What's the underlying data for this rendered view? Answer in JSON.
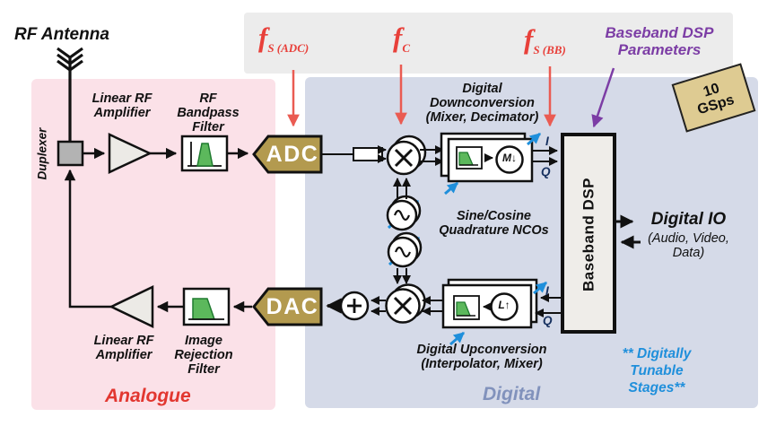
{
  "header": {
    "fs_adc": {
      "f": "f",
      "sub": "S (ADC)"
    },
    "fc": {
      "f": "f",
      "sub": "C"
    },
    "fs_bb": {
      "f": "f",
      "sub": "S (BB)"
    },
    "bb_params": [
      "Baseband DSP",
      "Parameters"
    ],
    "tag": [
      "10",
      "GSps"
    ]
  },
  "analog": {
    "antenna_label": "RF Antenna",
    "duplexer": "Duplexer",
    "rx_amp": [
      "Linear RF",
      "Amplifier"
    ],
    "bandpass": [
      "RF Bandpass",
      "Filter"
    ],
    "tx_amp": [
      "Linear RF",
      "Amplifier"
    ],
    "img_rej": [
      "Image",
      "Rejection",
      "Filter"
    ],
    "region_label": "Analogue"
  },
  "converters": {
    "adc": "ADC",
    "dac": "DAC"
  },
  "digital": {
    "down": [
      "Digital",
      "Downconversion",
      "(Mixer, Decimator)"
    ],
    "ncos": [
      "Sine/Cosine",
      "Quadrature NCOs"
    ],
    "up": [
      "Digital Upconversion",
      "(Interpolator, Mixer)"
    ],
    "bb_dsp": "Baseband DSP",
    "decimator": "M↓",
    "interpolator": "L↑",
    "i": "I",
    "q": "Q",
    "region_label": "Digital",
    "tunable": [
      "** Digitally",
      "Tunable",
      "Stages**"
    ]
  },
  "io": {
    "title": "Digital IO",
    "sub": [
      "(Audio, Video,",
      "Data)"
    ]
  },
  "colors": {
    "analog_region": "#fbe1e8",
    "digital_region": "#d5dae8",
    "header_band": "#ececec",
    "converter_khaki": "#b39a4f",
    "tag_tan": "#decb92",
    "freq_red": "#e8403a",
    "arrow_salmon": "#ea5b52",
    "param_purple": "#7c3da5",
    "tunable_blue": "#1f8fdb",
    "iq_navy": "#16305f",
    "filter_green": "#5cb85c",
    "digital_label_slate": "#8192bc",
    "analogue_label_red": "#e23730"
  }
}
